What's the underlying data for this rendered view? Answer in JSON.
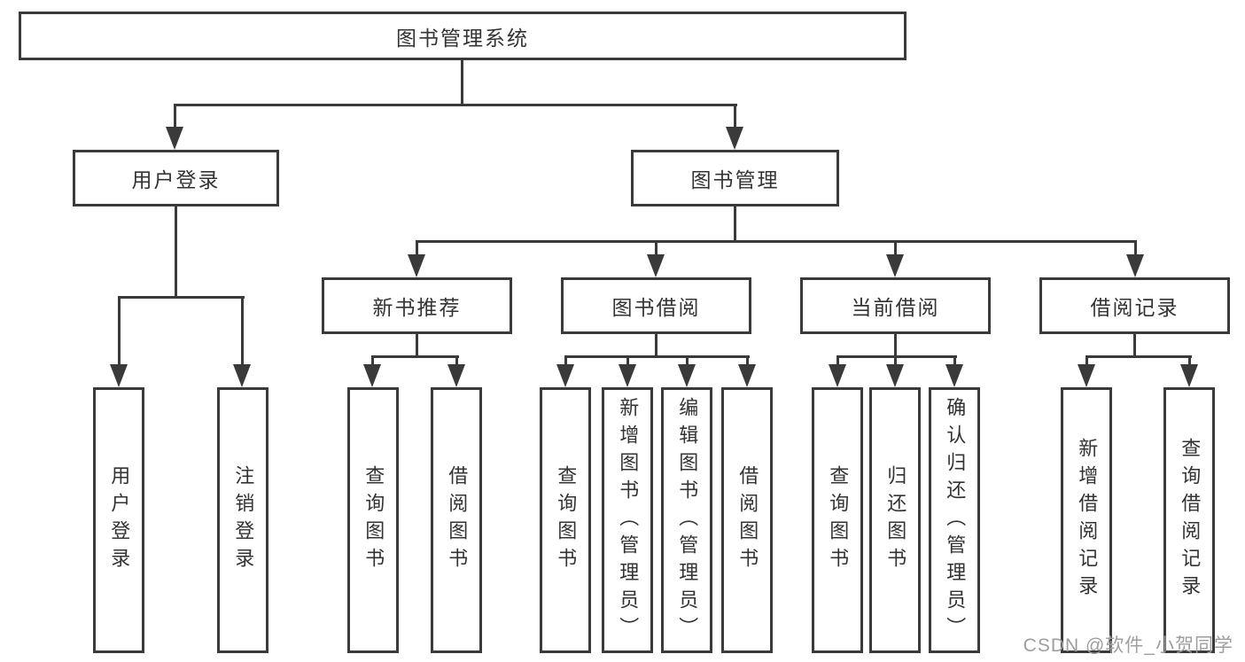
{
  "colors": {
    "line": "#3a3a3a",
    "text": "#333333",
    "watermark": "#9e9e9e",
    "background": "#ffffff"
  },
  "watermark": {
    "text": "CSDN @软件_小贺同学"
  },
  "tree": {
    "root": {
      "label": "图书管理系统"
    },
    "branches": [
      {
        "label": "用户登录",
        "children": [
          {
            "label": "用户登录"
          },
          {
            "label": "注销登录"
          }
        ]
      },
      {
        "label": "图书管理",
        "children": [
          {
            "label": "新书推荐",
            "children": [
              {
                "label": "查询图书"
              },
              {
                "label": "借阅图书"
              }
            ]
          },
          {
            "label": "图书借阅",
            "children": [
              {
                "label": "查询图书"
              },
              {
                "label": "新增图书（管理员）"
              },
              {
                "label": "编辑图书（管理员）"
              },
              {
                "label": "借阅图书"
              }
            ]
          },
          {
            "label": "当前借阅",
            "children": [
              {
                "label": "查询图书"
              },
              {
                "label": "归还图书"
              },
              {
                "label": "确认归还（管理员）"
              }
            ]
          },
          {
            "label": "借阅记录",
            "children": [
              {
                "label": "新增借阅记录"
              },
              {
                "label": "查询借阅记录"
              }
            ]
          }
        ]
      }
    ]
  }
}
